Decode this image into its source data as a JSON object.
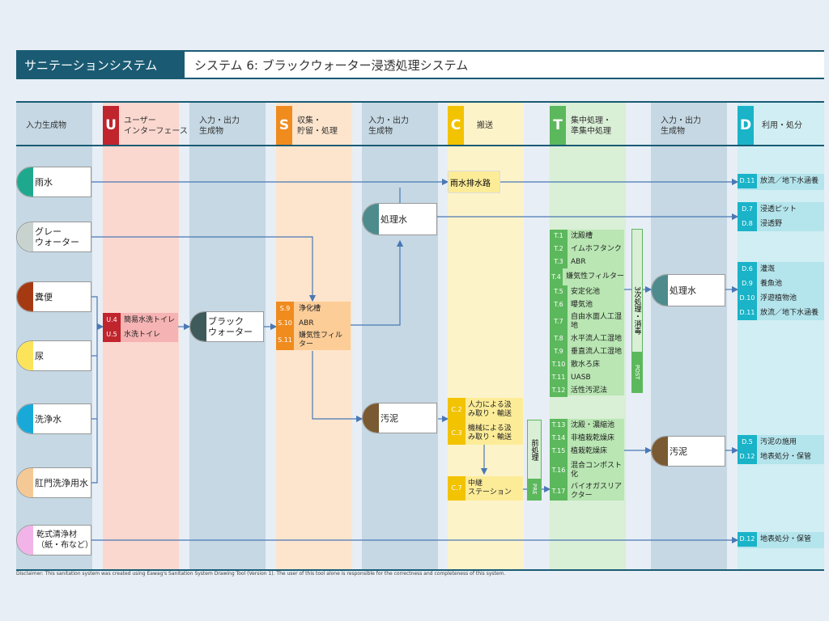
{
  "header": {
    "left": "サニテーションシステム",
    "right": "システム 6: ブラックウォーター浸透処理システム"
  },
  "columns": [
    {
      "letter": "",
      "label": "入力生成物"
    },
    {
      "letter": "U",
      "label": "ユーザー\nインターフェース"
    },
    {
      "letter": "",
      "label": "入力・出力\n生成物"
    },
    {
      "letter": "S",
      "label": "収集・\n貯留・処理"
    },
    {
      "letter": "",
      "label": "入力・出力\n生成物"
    },
    {
      "letter": "C",
      "label": "搬送"
    },
    {
      "letter": "T",
      "label": "集中処理・\n準集中処理"
    },
    {
      "letter": "",
      "label": "入力・出力\n生成物"
    },
    {
      "letter": "D",
      "label": "利用・処分"
    }
  ],
  "inputs": [
    "雨水",
    "グレー\nウォーター",
    "糞便",
    "尿",
    "洗浄水",
    "肛門洗浄用水",
    "乾式清浄材\n（紙・布など）"
  ],
  "u_techs": [
    {
      "code": "U.4",
      "name": "簡易水洗トイレ"
    },
    {
      "code": "U.5",
      "name": "水洗トイレ"
    }
  ],
  "black_water": "ブラック\nウォーター",
  "s_techs": [
    {
      "code": "S.9",
      "name": "浄化槽"
    },
    {
      "code": "S.10",
      "name": "ABR"
    },
    {
      "code": "S.11",
      "name": "嫌気性フィル\nター"
    }
  ],
  "treated_water": "処理水",
  "sludge": "汚泥",
  "rain_drain": "雨水排水路",
  "c_techs": [
    {
      "code": "C.2",
      "name": "人力による汲\nみ取り・輸送"
    },
    {
      "code": "C.3",
      "name": "機械による汲\nみ取り・輸送"
    }
  ],
  "c7": {
    "code": "C.7",
    "name": "中継\nステーション"
  },
  "pre_label": "PRE",
  "pre_side": "前処理",
  "post_label": "POST",
  "post_side": "3次処理・消毒",
  "t_techs": [
    {
      "code": "T.1",
      "name": "沈殿槽"
    },
    {
      "code": "T.2",
      "name": "イムホフタンク"
    },
    {
      "code": "T.3",
      "name": "ABR"
    },
    {
      "code": "T.4",
      "name": "嫌気性フィルター"
    },
    {
      "code": "T.5",
      "name": "安定化池"
    },
    {
      "code": "T.6",
      "name": "曝気池"
    },
    {
      "code": "T.7",
      "name": "自由水面人工湿\n地"
    },
    {
      "code": "T.8",
      "name": "水平流人工湿地"
    },
    {
      "code": "T.9",
      "name": "垂直流人工湿地"
    },
    {
      "code": "T.10",
      "name": "散水ろ床"
    },
    {
      "code": "T.11",
      "name": "UASB"
    },
    {
      "code": "T.12",
      "name": "活性汚泥法"
    }
  ],
  "t_sludge": [
    {
      "code": "T.13",
      "name": "沈殿・濃縮池"
    },
    {
      "code": "T.14",
      "name": "非植栽乾燥床"
    },
    {
      "code": "T.15",
      "name": "植栽乾燥床"
    },
    {
      "code": "T.16",
      "name": "混合コンポスト\n化"
    },
    {
      "code": "T.17",
      "name": "バイオガスリア\nクター"
    }
  ],
  "d_rows": {
    "rain": [
      {
        "code": "D.11",
        "name": "放流／地下水涵養"
      }
    ],
    "grey": [
      {
        "code": "D.7",
        "name": "浸透ピット"
      },
      {
        "code": "D.8",
        "name": "浸透野"
      }
    ],
    "treated": [
      {
        "code": "D.6",
        "name": "灌漑"
      },
      {
        "code": "D.9",
        "name": "養魚池"
      },
      {
        "code": "D.10",
        "name": "浮遊植物池"
      },
      {
        "code": "D.11",
        "name": "放流／地下水涵養"
      }
    ],
    "sludge": [
      {
        "code": "D.5",
        "name": "汚泥の施用"
      },
      {
        "code": "D.12",
        "name": "地表処分・保管"
      }
    ],
    "dry": [
      {
        "code": "D.12",
        "name": "地表処分・保管"
      }
    ]
  },
  "disclaimer": "Disclaimer: This sanitation system was created using Eawag's Sanitation System Drawing Tool (Version 1). The user of this tool alone is responsible for the correctness and completeness of this system.",
  "colors": {
    "header": "#1a5b73",
    "U": "#c0242d",
    "S": "#f08b1d",
    "C": "#f2c300",
    "T": "#5cb85c",
    "D": "#1ab3c8"
  }
}
